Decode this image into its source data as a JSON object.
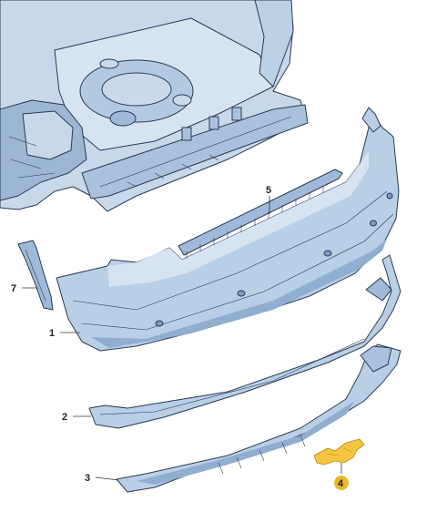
{
  "colors": {
    "part_fill": "#b9cfe6",
    "part_shade": "#8faed0",
    "outline": "#2b3a52",
    "highlight_part": "#f5c542",
    "highlight_edge": "#b08a10",
    "callout_badge": "#e8b830"
  },
  "callouts": [
    {
      "id": "1",
      "label": "1"
    },
    {
      "id": "2",
      "label": "2"
    },
    {
      "id": "3",
      "label": "3"
    },
    {
      "id": "4",
      "label": "4",
      "highlighted": true
    },
    {
      "id": "5",
      "label": "5"
    },
    {
      "id": "7",
      "label": "7"
    }
  ]
}
